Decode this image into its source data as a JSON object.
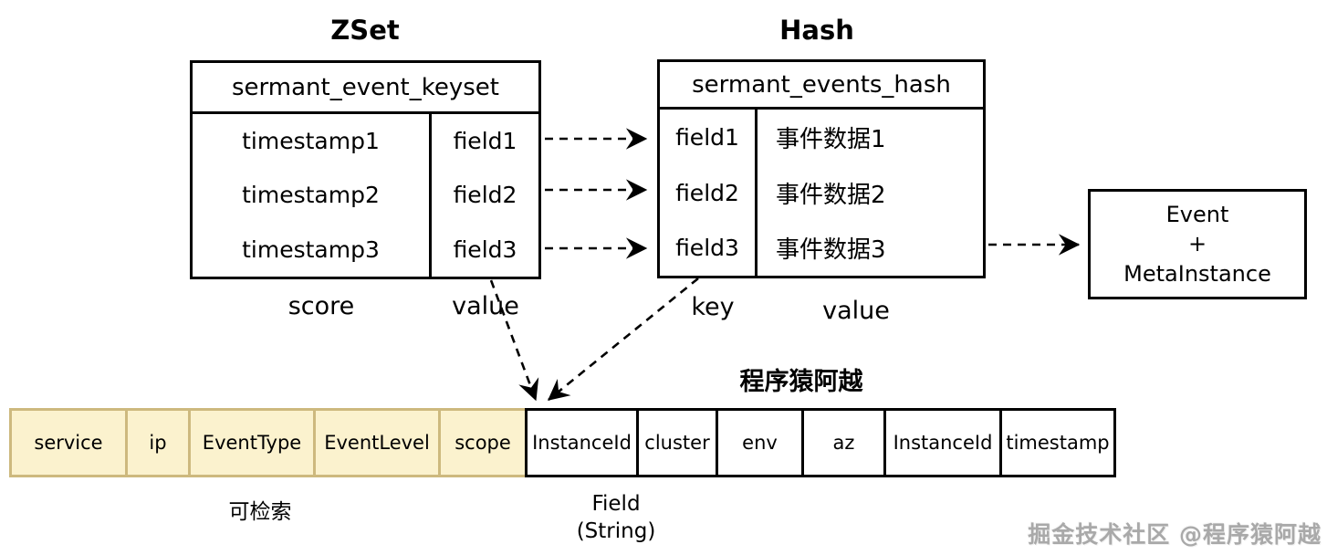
{
  "zset": {
    "title": "ZSet",
    "header": "sermant_event_keyset",
    "rows": [
      {
        "score": "timestamp1",
        "value": "field1"
      },
      {
        "score": "timestamp2",
        "value": "field2"
      },
      {
        "score": "timestamp3",
        "value": "field3"
      }
    ],
    "score_label": "score",
    "value_label": "value"
  },
  "hash": {
    "title": "Hash",
    "header": "sermant_events_hash",
    "rows": [
      {
        "field": "field1",
        "value": "事件数据1"
      },
      {
        "field": "field2",
        "value": "事件数据2"
      },
      {
        "field": "field3",
        "value": "事件数据3"
      }
    ],
    "key_label": "key",
    "value_label": "value"
  },
  "event_box": {
    "line1": "Event",
    "line2": "+",
    "line3": "MetaInstance"
  },
  "field_row": {
    "title": "程序猿阿越",
    "searchable_cells": [
      "service",
      "ip",
      "EventType",
      "EventLevel",
      "scope"
    ],
    "plain_cells": [
      "InstanceId",
      "cluster",
      "env",
      "az",
      "InstanceId",
      "timestamp"
    ],
    "searchable_label": "可检索",
    "field_label_line1": "Field",
    "field_label_line2": "(String)"
  },
  "watermark": "掘金技术社区 @程序猿阿越",
  "colors": {
    "highlight_fill": "#FBF2CE",
    "highlight_border": "#CDB97E",
    "line": "#000000"
  }
}
